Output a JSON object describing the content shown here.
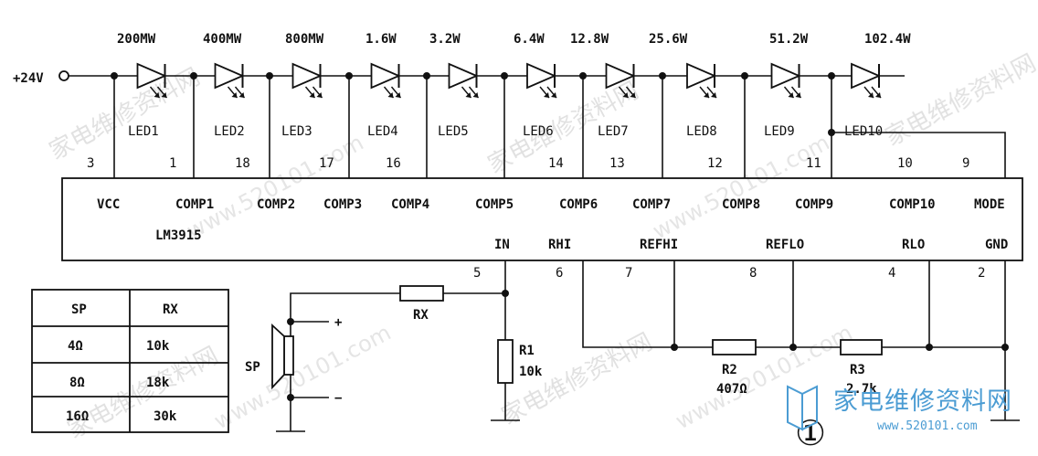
{
  "supply_label": "+24V",
  "power_ratings": [
    "200MW",
    "400MW",
    "800MW",
    "1.6W",
    "3.2W",
    "6.4W",
    "12.8W",
    "25.6W",
    "51.2W",
    "102.4W"
  ],
  "leds": [
    "LED1",
    "LED2",
    "LED3",
    "LED4",
    "LED5",
    "LED6",
    "LED7",
    "LED8",
    "LED9",
    "LED10"
  ],
  "chip": {
    "name": "LM3915",
    "top_pins": [
      {
        "pin": "3",
        "label": "VCC"
      },
      {
        "pin": "1",
        "label": "COMP1"
      },
      {
        "pin": "18",
        "label": "COMP2"
      },
      {
        "pin": "17",
        "label": "COMP3"
      },
      {
        "pin": "16",
        "label": "COMP4"
      },
      {
        "pin": "14",
        "label": "COMP5"
      },
      {
        "pin": "13",
        "label": "COMP6"
      },
      {
        "pin": "12",
        "label": "COMP7"
      },
      {
        "pin": "11",
        "label": "COMP8"
      },
      {
        "pin": "10",
        "label": "COMP9"
      },
      {
        "pin": "9",
        "label": "COMP10"
      },
      {
        "pin": "",
        "label": "MODE"
      }
    ],
    "bottom_pins": [
      {
        "pin": "5",
        "label": "IN"
      },
      {
        "pin": "6",
        "label": "RHI"
      },
      {
        "pin": "7",
        "label": "REFHI"
      },
      {
        "pin": "8",
        "label": "REFLO"
      },
      {
        "pin": "4",
        "label": "RLO"
      },
      {
        "pin": "2",
        "label": "GND"
      }
    ]
  },
  "components": {
    "rx": "RX",
    "r1_name": "R1",
    "r1_value": "10k",
    "r2_name": "R2",
    "r2_value": "407Ω",
    "r3_name": "R3",
    "r3_value": "2.7k",
    "sp": "SP",
    "sp_plus": "+",
    "sp_minus": "−"
  },
  "table": {
    "headers": [
      "SP",
      "RX"
    ],
    "rows": [
      [
        "4Ω",
        "10k"
      ],
      [
        "8Ω",
        "18k"
      ],
      [
        "16Ω",
        "30k"
      ]
    ]
  },
  "figure_mark": "①",
  "watermark": {
    "brand": "家电维修资料网",
    "url": "www.520101.com"
  }
}
